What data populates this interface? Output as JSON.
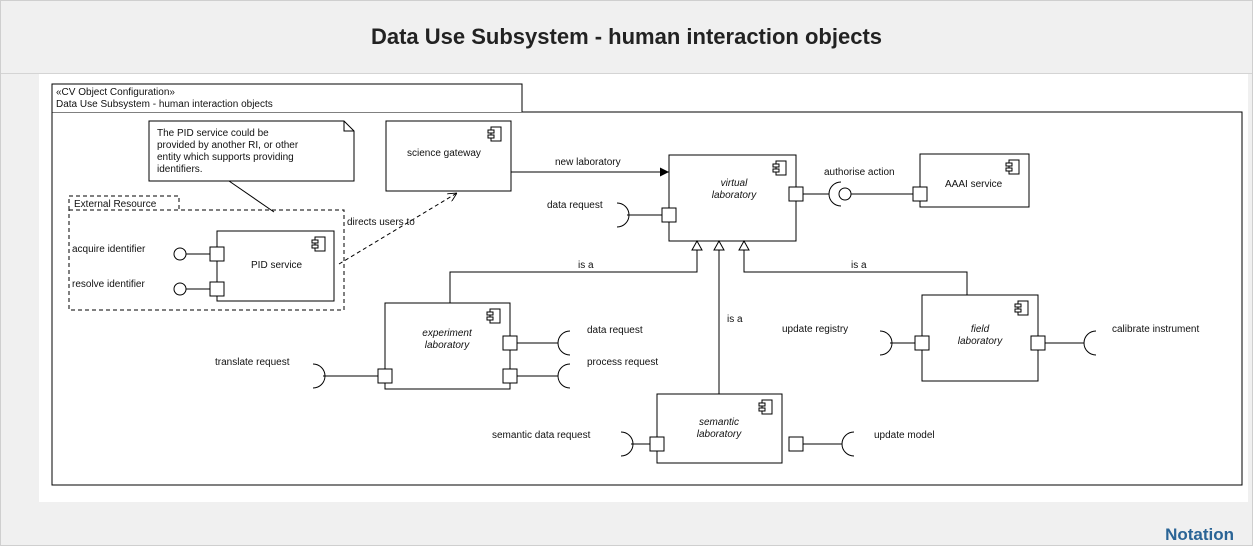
{
  "page": {
    "title": "Data Use Subsystem - human interaction objects",
    "notation_link": "Notation"
  },
  "diagram": {
    "frame": {
      "stereotype": "«CV Object Configuration»",
      "name": "Data Use Subsystem - human interaction objects"
    },
    "note": {
      "lines": [
        "The PID service could be",
        "provided by another RI, or other",
        "entity which supports providing",
        "identifiers."
      ]
    },
    "external_resource": {
      "label": "External Resource"
    },
    "components": {
      "pid_service": "PID service",
      "science_gateway": "science gateway",
      "virtual_laboratory": [
        "virtual",
        "laboratory"
      ],
      "aaai_service": "AAAI service",
      "experiment_laboratory": [
        "experiment",
        "laboratory"
      ],
      "field_laboratory": [
        "field",
        "laboratory"
      ],
      "semantic_laboratory": [
        "semantic",
        "laboratory"
      ]
    },
    "interfaces": {
      "acquire_identifier": "acquire identifier",
      "resolve_identifier": "resolve identifier",
      "data_request_virtual": "data request",
      "authorise_action": "authorise action",
      "data_request_experiment": "data request",
      "process_request": "process request",
      "translate_request": "translate request",
      "update_registry": "update registry",
      "calibrate_instrument": "calibrate instrument",
      "semantic_data_request": "semantic data request",
      "update_model": "update model"
    },
    "relations": {
      "new_laboratory": "new laboratory",
      "directs_users_to": "directs users to",
      "is_a_experiment": "is a",
      "is_a_semantic": "is a",
      "is_a_field": "is a"
    }
  }
}
